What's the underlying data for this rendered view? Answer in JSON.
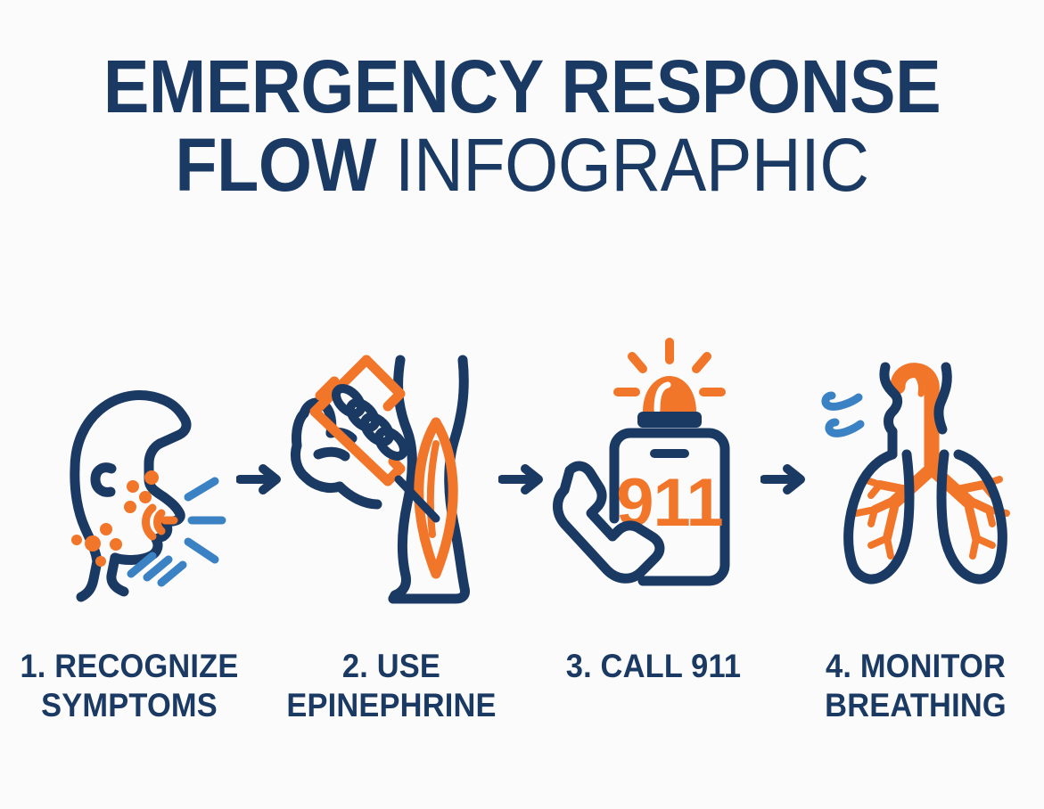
{
  "meta": {
    "background_color": "#fbfbfc",
    "navy": "#1b3a63",
    "orange": "#f2762a",
    "blue": "#3b82c4"
  },
  "title": {
    "line1": "EMERGENCY RESPONSE",
    "line2_bold": "FLOW",
    "line2_light": "INFOGRAPHIC"
  },
  "steps": [
    {
      "number": "1.",
      "icon": "face-with-hives-and-swelling-icon",
      "caption_line1": "1. RECOGNIZE",
      "caption_line2": "SYMPTOMS"
    },
    {
      "number": "2.",
      "icon": "epinephrine-auto-injector-icon",
      "caption_line1": "2. USE",
      "caption_line2": "EPINEPHRINE"
    },
    {
      "number": "3.",
      "icon": "phone-call-911-icon",
      "screen_text": "911",
      "caption_line1": "3. CALL 911",
      "caption_line2": ""
    },
    {
      "number": "4.",
      "icon": "lungs-breathing-icon",
      "caption_line1": "4. MONITOR",
      "caption_line2": "BREATHING"
    }
  ],
  "arrows": [
    {
      "name": "arrow-step1-to-step2"
    },
    {
      "name": "arrow-step2-to-step3"
    },
    {
      "name": "arrow-step3-to-step4"
    }
  ]
}
